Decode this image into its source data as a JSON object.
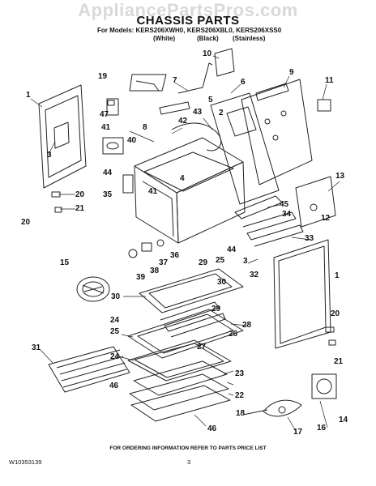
{
  "watermark": "AppliancePartsPros.com",
  "header": {
    "title": "CHASSIS PARTS",
    "models_line": "For Models: KERS206XWH0, KERS206XBL0, KERS206XSS0",
    "finishes": [
      "(White)",
      "(Black)",
      "(Stainless)"
    ]
  },
  "callouts": [
    "1",
    "3",
    "20",
    "21",
    "20",
    "19",
    "47",
    "41",
    "40",
    "8",
    "42",
    "43",
    "7",
    "10",
    "6",
    "9",
    "5",
    "11",
    "2",
    "4",
    "44",
    "35",
    "41",
    "13",
    "45",
    "34",
    "12",
    "33",
    "15",
    "39",
    "38",
    "37",
    "36",
    "29",
    "25",
    "44",
    "3",
    "32",
    "1",
    "30",
    "29",
    "30",
    "28",
    "20",
    "24",
    "25",
    "26",
    "27",
    "24",
    "31",
    "23",
    "46",
    "22",
    "21",
    "18",
    "17",
    "16",
    "14",
    "46"
  ],
  "footer": {
    "note": "FOR ORDERING INFORMATION REFER TO PARTS PRICE LIST",
    "doc_number": "W10353139",
    "page": "3"
  }
}
